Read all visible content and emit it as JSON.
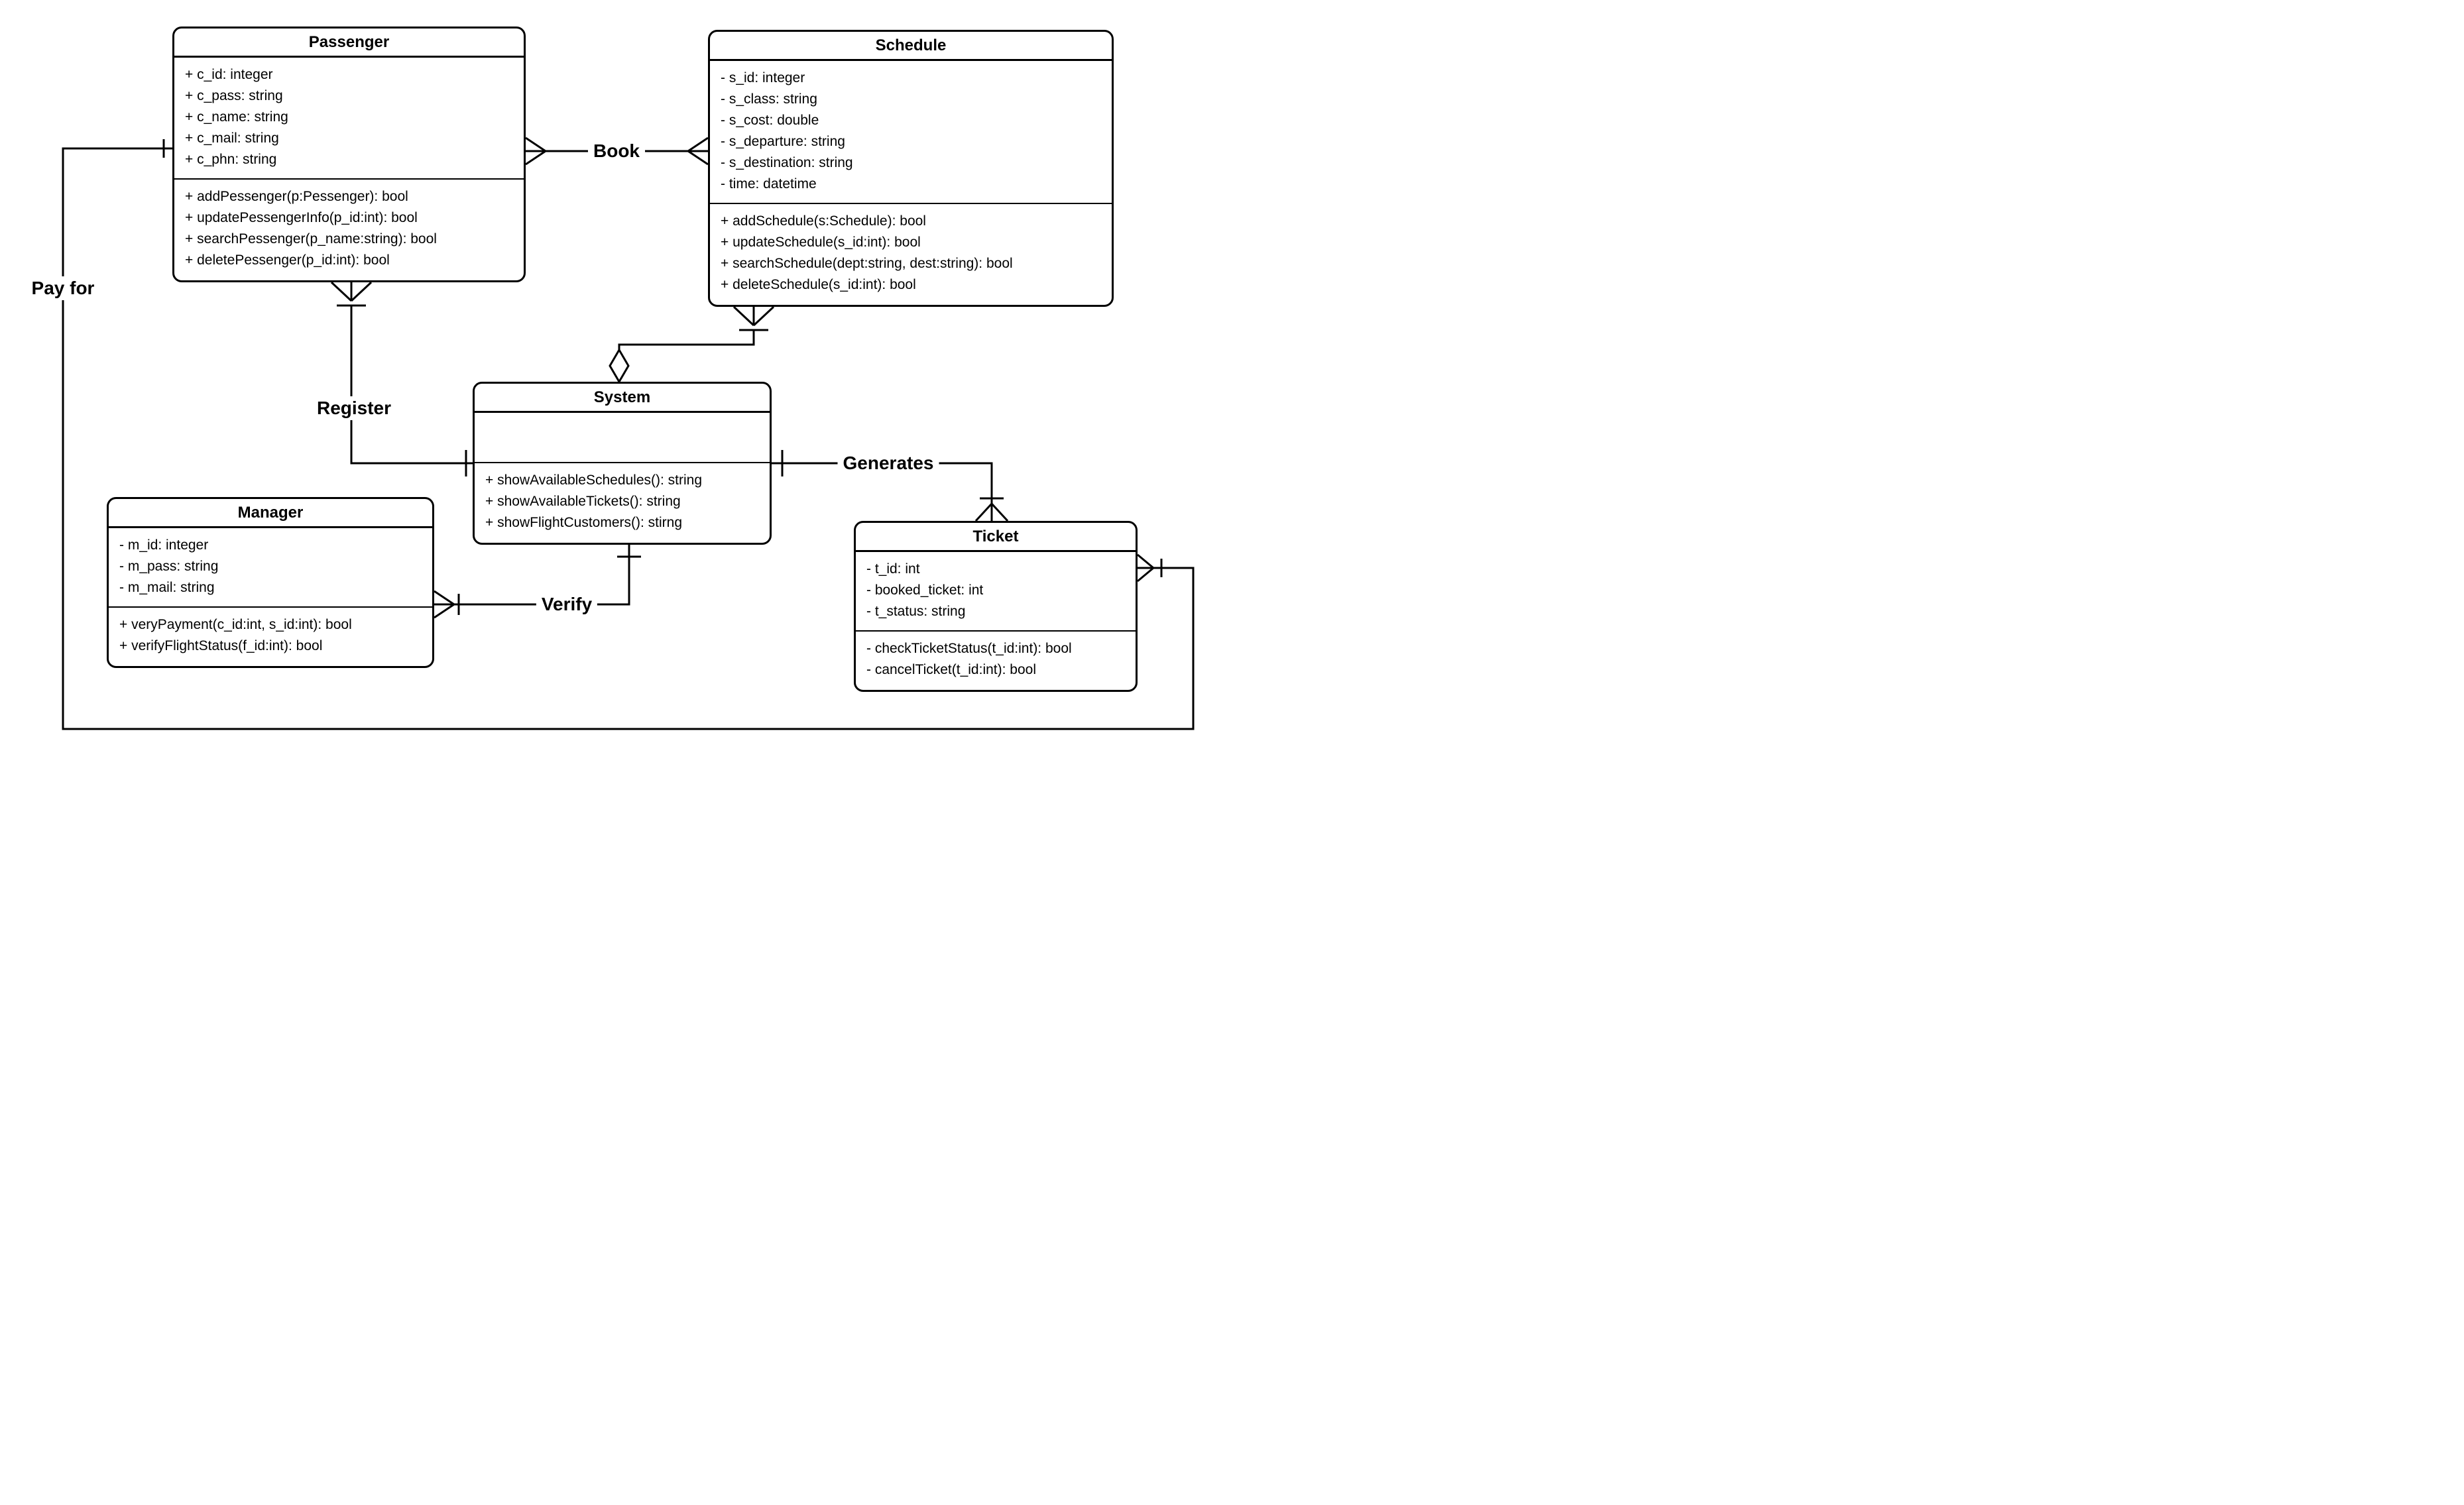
{
  "classes": {
    "passenger": {
      "title": "Passenger",
      "attributes": [
        "+ c_id: integer",
        "+ c_pass: string",
        "+ c_name: string",
        "+ c_mail: string",
        "+ c_phn: string"
      ],
      "methods": [
        "+ addPessenger(p:Pessenger): bool",
        "+ updatePessengerInfo(p_id:int): bool",
        "+ searchPessenger(p_name:string): bool",
        "+ deletePessenger(p_id:int): bool"
      ]
    },
    "schedule": {
      "title": "Schedule",
      "attributes": [
        "- s_id: integer",
        "- s_class: string",
        "- s_cost: double",
        "- s_departure: string",
        "- s_destination: string",
        "- time: datetime"
      ],
      "methods": [
        "+ addSchedule(s:Schedule): bool",
        "+ updateSchedule(s_id:int): bool",
        "+ searchSchedule(dept:string, dest:string): bool",
        "+ deleteSchedule(s_id:int): bool"
      ]
    },
    "system": {
      "title": "System",
      "attributes": [],
      "methods": [
        "+ showAvailableSchedules(): string",
        "+ showAvailableTickets(): string",
        "+ showFlightCustomers(): stirng"
      ]
    },
    "manager": {
      "title": "Manager",
      "attributes": [
        "- m_id: integer",
        "- m_pass: string",
        "- m_mail: string"
      ],
      "methods": [
        "+ veryPayment(c_id:int, s_id:int): bool",
        "+ verifyFlightStatus(f_id:int): bool"
      ]
    },
    "ticket": {
      "title": "Ticket",
      "attributes": [
        "- t_id: int",
        "- booked_ticket: int",
        "- t_status: string"
      ],
      "methods": [
        "- checkTicketStatus(t_id:int): bool",
        "- cancelTicket(t_id:int): bool"
      ]
    }
  },
  "relationships": {
    "book": "Book",
    "register": "Register",
    "generates": "Generates",
    "verify": "Verify",
    "pay_for": "Pay for"
  },
  "colors": {
    "line": "#000000",
    "background": "#ffffff"
  }
}
